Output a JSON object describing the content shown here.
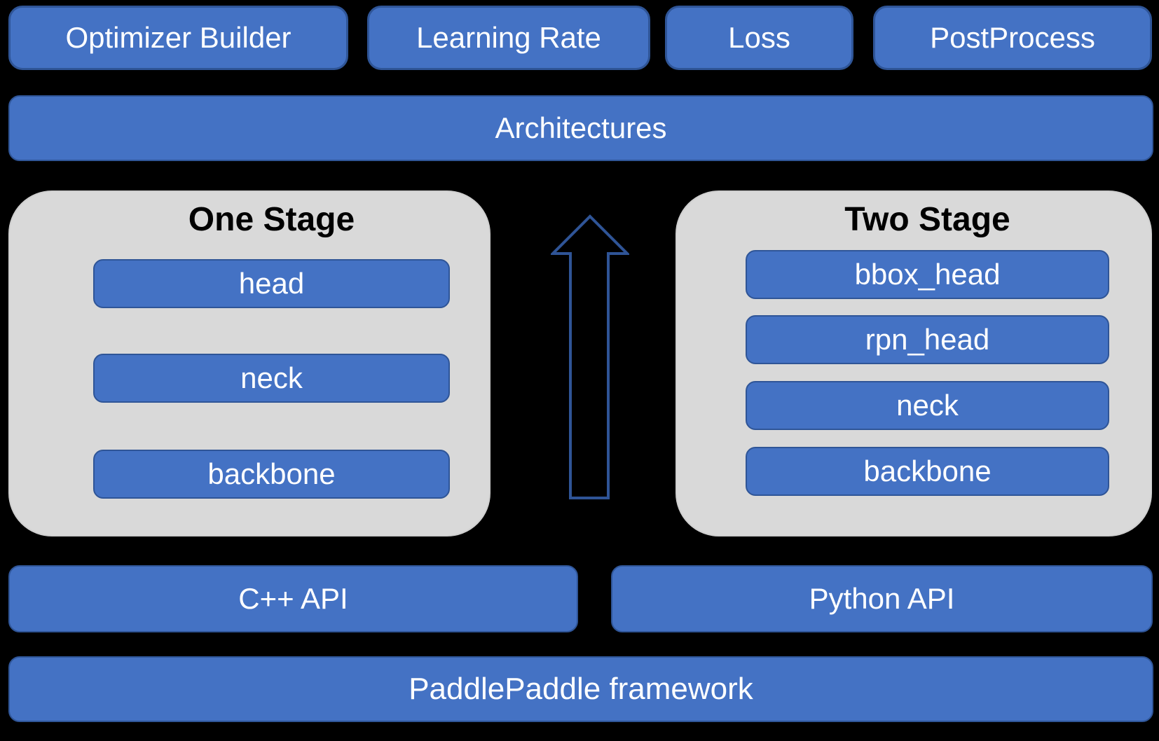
{
  "colors": {
    "background": "#000000",
    "block_fill": "#4472c4",
    "block_border": "#2f5597",
    "panel_fill": "#d9d9d9",
    "panel_border": "#cfcfcf",
    "arrow_stroke": "#2f5496",
    "text_on_blue": "#ffffff",
    "text_on_gray": "#000000"
  },
  "top_row": {
    "optimizer_builder": "Optimizer Builder",
    "learning_rate": "Learning Rate",
    "loss": "Loss",
    "post_process": "PostProcess"
  },
  "architectures": {
    "label": "Architectures"
  },
  "one_stage": {
    "title": "One Stage",
    "layers": [
      "head",
      "neck",
      "backbone"
    ]
  },
  "two_stage": {
    "title": "Two Stage",
    "layers": [
      "bbox_head",
      "rpn_head",
      "neck",
      "backbone"
    ]
  },
  "api_row": {
    "cpp": "C++ API",
    "python": "Python API"
  },
  "framework": {
    "label": "PaddlePaddle framework"
  }
}
